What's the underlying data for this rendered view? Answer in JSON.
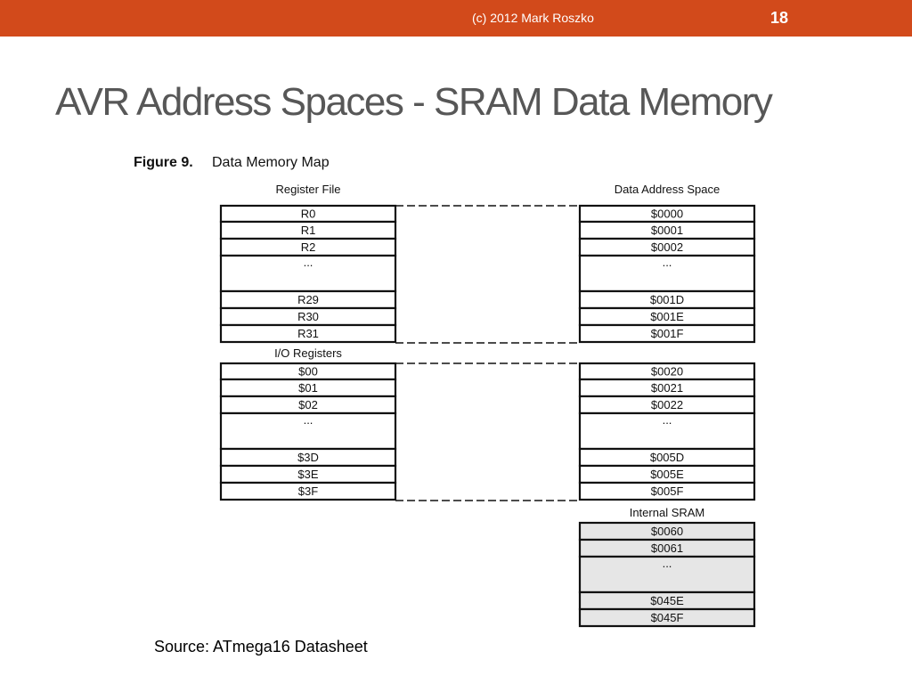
{
  "header": {
    "copyright": "(c) 2012 Mark Roszko",
    "slide_number": "18",
    "bar_color": "#d24a1b"
  },
  "title": "AVR Address Spaces - SRAM Data Memory",
  "figure": {
    "caption_number": "Figure 9.",
    "caption_text": "Data Memory Map",
    "left_heading": "Register File",
    "right_heading": "Data Address Space",
    "io_label": "I/O Registers",
    "sram_label": "Internal SRAM",
    "register_file": [
      "R0",
      "R1",
      "R2",
      "...",
      "R29",
      "R30",
      "R31"
    ],
    "io_registers": [
      "$00",
      "$01",
      "$02",
      "...",
      "$3D",
      "$3E",
      "$3F"
    ],
    "address_register_block": [
      "$0000",
      "$0001",
      "$0002",
      "...",
      "$001D",
      "$001E",
      "$001F"
    ],
    "address_io_block": [
      "$0020",
      "$0021",
      "$0022",
      "...",
      "$005D",
      "$005E",
      "$005F"
    ],
    "address_sram_block": [
      "$0060",
      "$0061",
      "...",
      "$045E",
      "$045F"
    ],
    "sram_fill_color": "#e6e6e6"
  },
  "source": "Source: ATmega16 Datasheet"
}
